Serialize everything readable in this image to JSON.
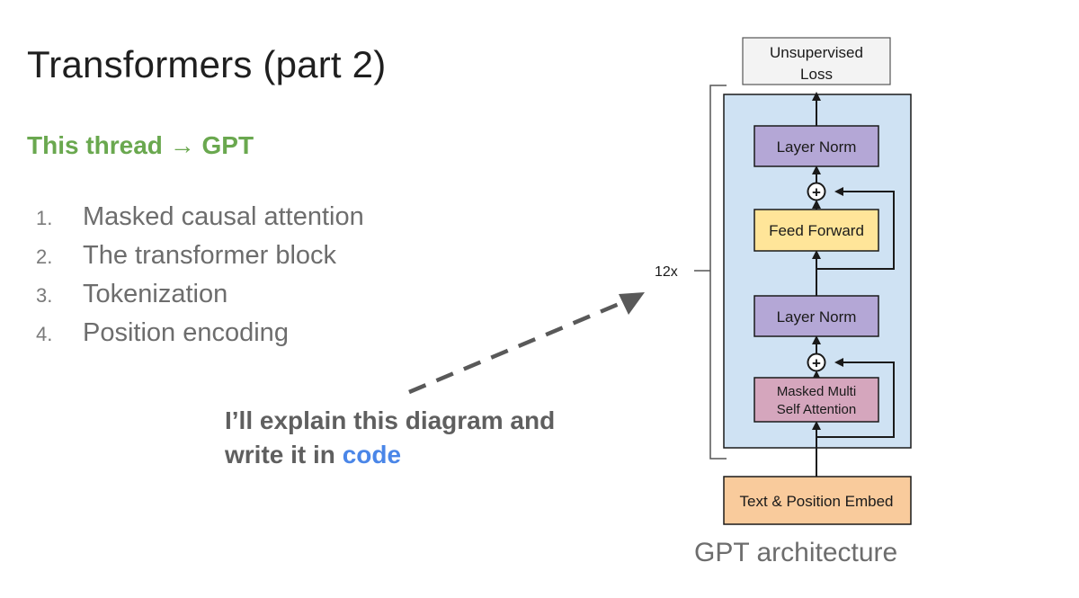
{
  "slide": {
    "title": "Transformers (part 2)",
    "subtitle_prefix": "This thread",
    "subtitle_arrow": "→",
    "subtitle_target": "GPT",
    "topics": [
      {
        "num": "1.",
        "label": "Masked causal attention"
      },
      {
        "num": "2.",
        "label": "The transformer block"
      },
      {
        "num": "3.",
        "label": "Tokenization"
      },
      {
        "num": "4.",
        "label": "Position encoding"
      }
    ],
    "callout_line1": "I’ll explain this diagram and",
    "callout_line2_prefix": "write it in ",
    "callout_line2_highlight": "code"
  },
  "diagram": {
    "loss_line1": "Unsupervised",
    "loss_line2": "Loss",
    "repeat_label": "12x",
    "layer_norm_top": "Layer Norm",
    "feed_forward": "Feed Forward",
    "layer_norm_bottom": "Layer Norm",
    "attention_line1": "Masked Multi",
    "attention_line2": "Self Attention",
    "embed": "Text & Position Embed",
    "plus_symbol": "+",
    "caption": "GPT architecture"
  },
  "colors": {
    "subtitle_green": "#6aa84f",
    "code_blue": "#4a86e8",
    "block_bg": "#cfe2f3",
    "layer_norm": "#b4a7d6",
    "feed_forward": "#ffe599",
    "attention": "#d5a6bd",
    "embed": "#f9cb9c",
    "loss_bg": "#f3f3f3"
  }
}
